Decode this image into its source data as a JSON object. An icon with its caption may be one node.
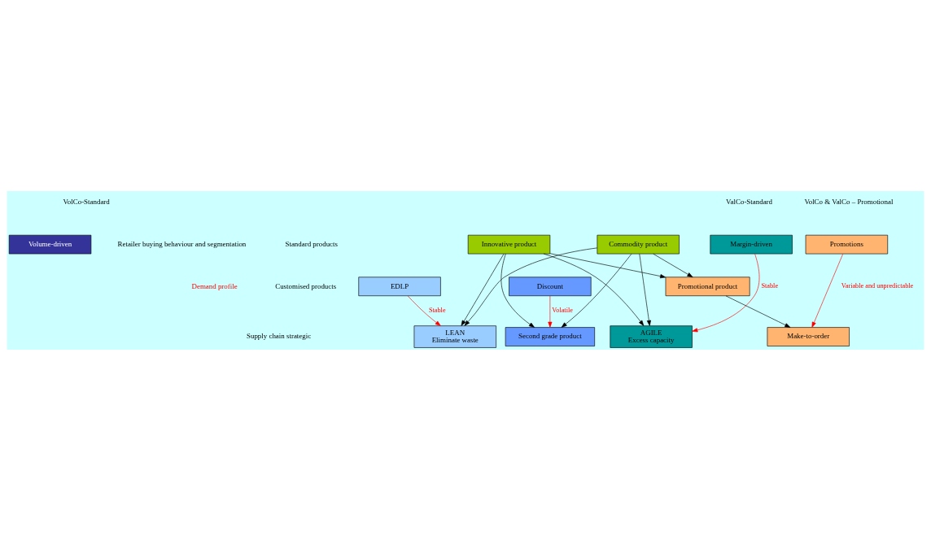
{
  "diagram": {
    "nodes": [
      {
        "text": [
          "Volume-driven"
        ]
      },
      {
        "text": [
          "EDLP"
        ]
      },
      {
        "text": [
          "Discount"
        ]
      },
      {
        "text": [
          "Margin-driven"
        ]
      },
      {
        "text": [
          "Promotions"
        ]
      },
      {
        "text": [
          "LEAN",
          "Eliminate waste"
        ]
      },
      {
        "text": [
          "Second grade product"
        ]
      },
      {
        "text": [
          "AGILE",
          "Excess capacity"
        ]
      },
      {
        "text": [
          "Make-to-order"
        ]
      },
      {
        "text": [
          "Promotional product"
        ]
      },
      {
        "text": [
          "Commodity product"
        ]
      },
      {
        "text": [
          "Innovative product"
        ]
      }
    ],
    "edges": [
      {
        "from": 1,
        "to": 5,
        "arrow": "to",
        "label": "Stable",
        "color": "#ff0000"
      },
      {
        "from": 2,
        "to": 6,
        "arrow": "to",
        "label": "Volatile",
        "color": "#ff0000"
      },
      {
        "from": 3,
        "to": 7,
        "arrow": "to",
        "label": "Stable",
        "color": "#ff0000"
      },
      {
        "from": 4,
        "to": 8,
        "arrow": "to",
        "label": "Variable and unpredictable",
        "color": "#ff0000"
      },
      {
        "from": 10,
        "to": 5,
        "arrow": "to"
      },
      {
        "from": 10,
        "to": 6,
        "arrow": "to"
      },
      {
        "from": 10,
        "to": 7,
        "arrow": "to"
      },
      {
        "from": 10,
        "to": 9,
        "arrow": "to"
      },
      {
        "from": 11,
        "to": 5,
        "arrow": "to"
      },
      {
        "from": 11,
        "to": 6,
        "arrow": "to"
      },
      {
        "from": 11,
        "to": 7,
        "arrow": "to"
      },
      {
        "from": 11,
        "to": 9,
        "arrow": "to"
      },
      {
        "from": 9,
        "to": 8,
        "arrow": "to"
      }
    ],
    "labels": [
      "VolCo-Standard",
      "ValCo-Standard",
      "VolCo & ValCo – Promotional",
      "Retailer buying behaviour and segmentation",
      "Demand profile",
      "Supply chain strategic",
      "Customised products",
      "Standard products"
    ]
  }
}
